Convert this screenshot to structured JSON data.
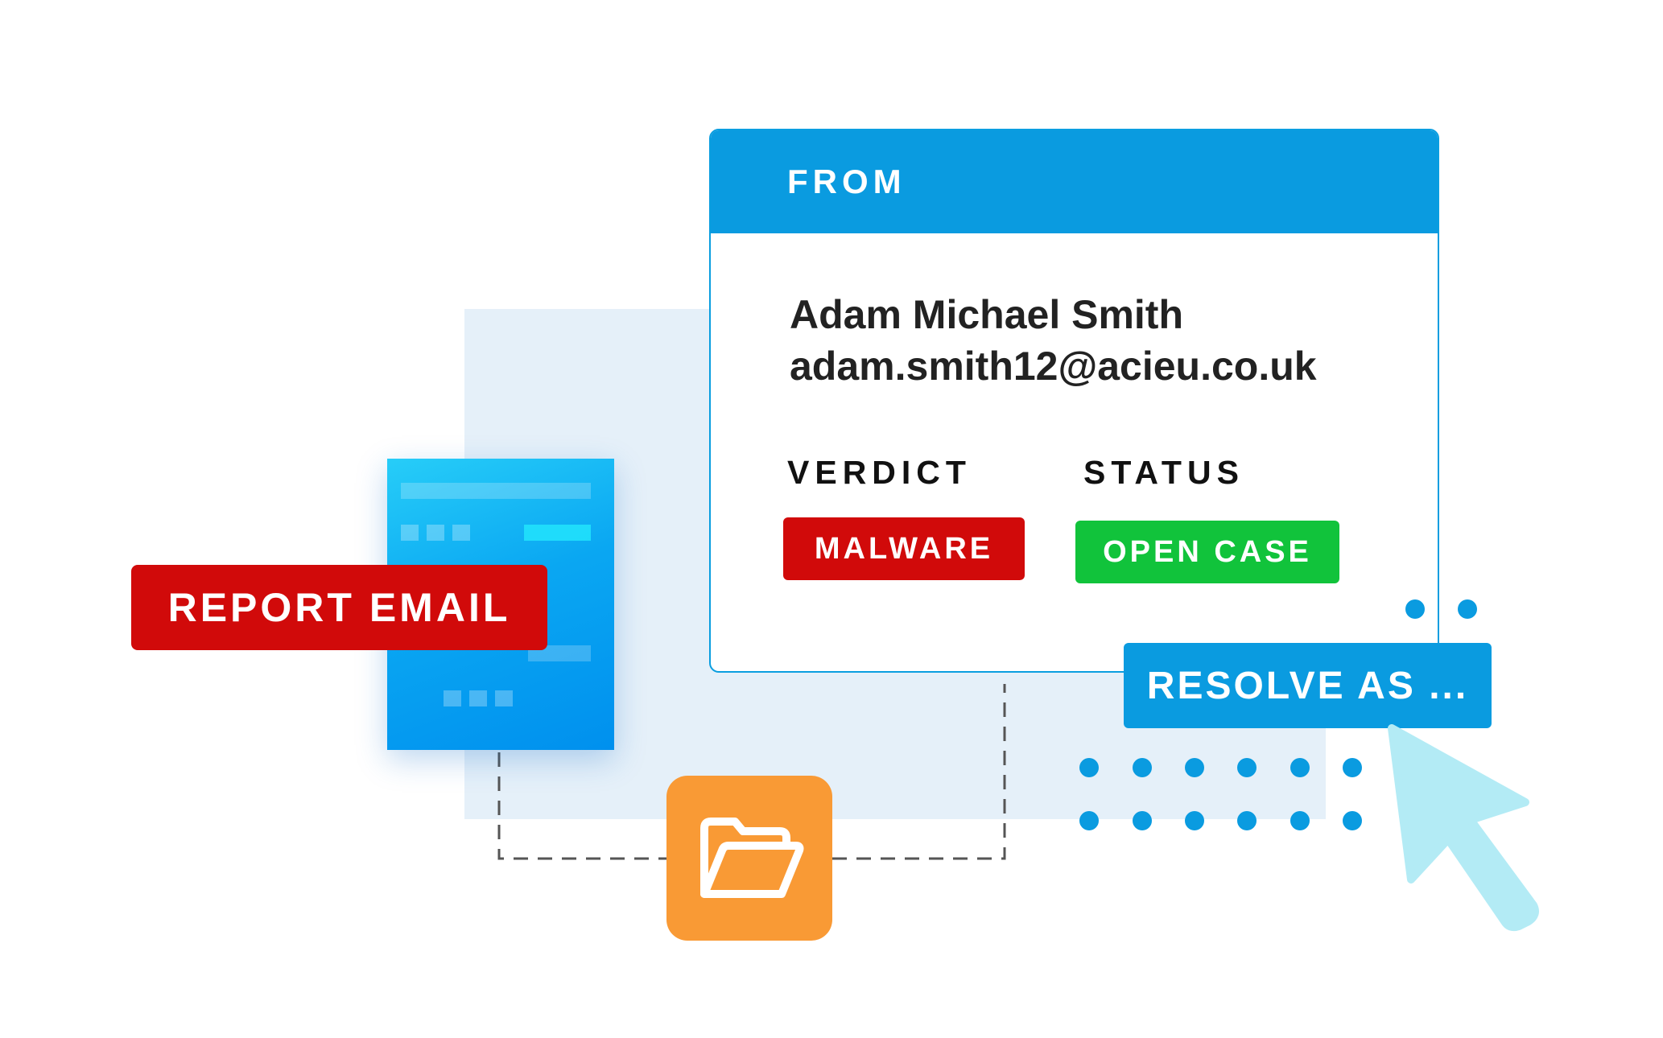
{
  "report_email": {
    "label": "REPORT EMAIL"
  },
  "email_card": {
    "from_label": "FROM",
    "sender_name": "Adam Michael Smith",
    "sender_email": "adam.smith12@acieu.co.uk",
    "verdict_label": "VERDICT",
    "status_label": "STATUS",
    "verdict_badge": "MALWARE",
    "status_badge": "OPEN CASE"
  },
  "resolve_button": {
    "label": "RESOLVE AS ..."
  },
  "icons": {
    "folder": "folder-open-icon",
    "cursor": "pointer-cursor-icon",
    "document": "email-document-icon"
  },
  "colors": {
    "primary_blue": "#0a9be0",
    "malware_red": "#d10a0a",
    "open_green": "#11c33b",
    "folder_orange": "#f99a35",
    "cursor_cyan": "#b3ebf5"
  }
}
